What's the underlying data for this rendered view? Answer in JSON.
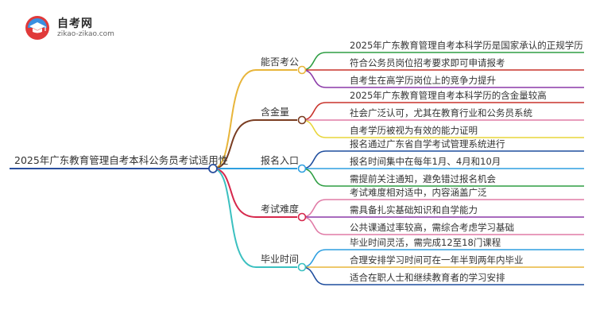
{
  "logo": {
    "title": "自考网",
    "subtitle": "zikao-zikao.com"
  },
  "mindmap": {
    "root": "2025年广东教育管理自考本科公务员考试适用性",
    "branches": [
      {
        "label": "能否考公",
        "color": "#e8b53a",
        "leaves": [
          {
            "text": "2025年广东教育管理自考本科学历是国家承认的正规学历",
            "color": "#2e9e43"
          },
          {
            "text": "符合公务员岗位招考要求即可申请报考",
            "color": "#c8332b"
          },
          {
            "text": "自考生在高学历岗位上的竞争力提升",
            "color": "#8b3aa8"
          }
        ]
      },
      {
        "label": "含金量",
        "color": "#7a3d22",
        "leaves": [
          {
            "text": "2025年广东教育管理自考本科学历的含金量较高",
            "color": "#c8332b"
          },
          {
            "text": "社会广泛认可，尤其在教育行业和公务员系统",
            "color": "#e07ba6"
          },
          {
            "text": "自考学历被视为有效的能力证明",
            "color": "#e8d53a"
          }
        ]
      },
      {
        "label": "报名入口",
        "color": "#2e9fe0",
        "leaves": [
          {
            "text": "报名通过广东省自学考试管理系统进行",
            "color": "#1f4e9e"
          },
          {
            "text": "报名时间集中在每年1月、4月和10月",
            "color": "#2e9fe0"
          },
          {
            "text": "需提前关注通知，避免错过报名机会",
            "color": "#2e9e43"
          }
        ]
      },
      {
        "label": "考试难度",
        "color": "#d6284c",
        "leaves": [
          {
            "text": "考试难度相对适中，内容涵盖广泛",
            "color": "#e07ba6"
          },
          {
            "text": "需具备扎实基础知识和自学能力",
            "color": "#8b3aa8"
          },
          {
            "text": "公共课通过率较高，需综合考虑学习基础",
            "color": "#e07ba6"
          }
        ]
      },
      {
        "label": "毕业时间",
        "color": "#3bc0c0",
        "leaves": [
          {
            "text": "毕业时间灵活，需完成12至18门课程",
            "color": "#2e9fe0"
          },
          {
            "text": "合理安排学习时间可在一年半到两年内毕业",
            "color": "#e8b53a"
          },
          {
            "text": "适合在职人士和继续教育者的学习安排",
            "color": "#1f4e9e"
          }
        ]
      }
    ]
  }
}
